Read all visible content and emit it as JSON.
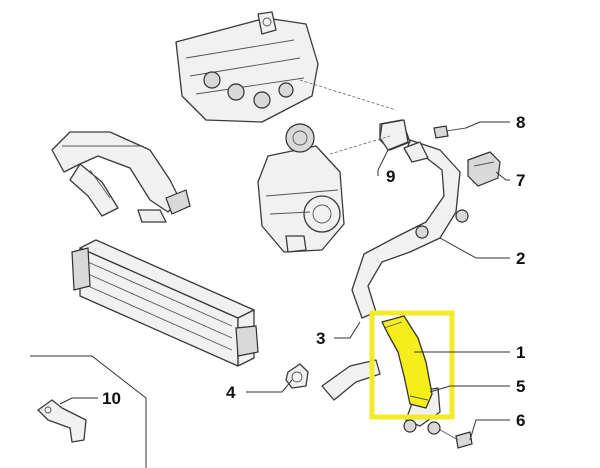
{
  "callouts": [
    {
      "label": "1"
    },
    {
      "label": "2"
    },
    {
      "label": "3"
    },
    {
      "label": "4"
    },
    {
      "label": "5"
    },
    {
      "label": "6"
    },
    {
      "label": "7"
    },
    {
      "label": "8"
    },
    {
      "label": "9"
    },
    {
      "label": "10"
    }
  ],
  "highlight": {
    "color": "#f3ea2a",
    "part_label": "1"
  },
  "hose_fill_color": "#f6ee1a"
}
